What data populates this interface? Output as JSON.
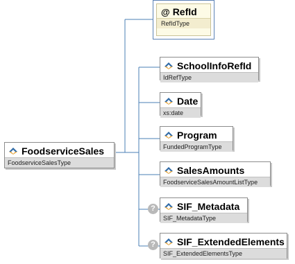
{
  "root": {
    "name": "FoodserviceSales",
    "type": "FoodserviceSalesType"
  },
  "attribute": {
    "symbol": "@",
    "name": "RefId",
    "type": "RefIdType"
  },
  "children": [
    {
      "name": "SchoolInfoRefId",
      "type": "IdRefType"
    },
    {
      "name": "Date",
      "type": "xs:date"
    },
    {
      "name": "Program",
      "type": "FundedProgramType"
    },
    {
      "name": "SalesAmounts",
      "type": "FoodserviceSalesAmountListType"
    },
    {
      "name": "SIF_Metadata",
      "type": "SIF_MetadataType",
      "optional_marker": "?"
    },
    {
      "name": "SIF_ExtendedElements",
      "type": "SIF_ExtendedElementsType",
      "optional_marker": "?"
    }
  ],
  "colors": {
    "connector": "#4a7fb5",
    "icon": "#2f6aa6",
    "type_band": "#dcdcdc"
  }
}
